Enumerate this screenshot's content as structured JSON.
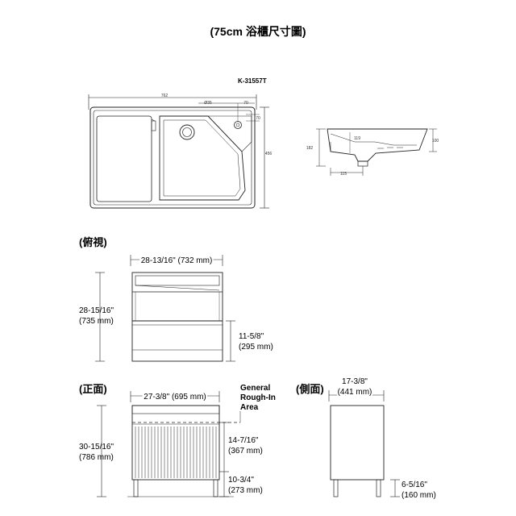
{
  "title": "(75cm 浴櫃尺寸圖)",
  "model": "K-31557T",
  "basin_top": {
    "width": "762",
    "faucet_hole": "Ø35",
    "offset_x": "70",
    "offset_y": "70",
    "depth": "456"
  },
  "basin_side": {
    "height": "182",
    "bowl_depth": "119",
    "rim": "100",
    "drain_offset": "115"
  },
  "views": {
    "top": "(俯視)",
    "front": "(正面)",
    "side": "(側面)"
  },
  "top_view": {
    "width_label": "28-13/16\" (732 mm)",
    "depth_line1": "28-15/16\"",
    "depth_line2": "(735 mm)",
    "drawer_line1": "11-5/8\"",
    "drawer_line2": "(295 mm)"
  },
  "front_view": {
    "width_label": "27-3/8\" (695 mm)",
    "rough_in_line1": "General",
    "rough_in_line2": "Rough-In",
    "rough_in_line3": "Area",
    "height_line1": "30-15/16\"",
    "height_line2": "(786 mm)",
    "rough_height_line1": "14-7/16\"",
    "rough_height_line2": "(367 mm)",
    "floor_gap_line1": "10-3/4\"",
    "floor_gap_line2": "(273 mm)"
  },
  "side_view": {
    "depth_line1": "17-3/8\"",
    "depth_line2": "(441 mm)",
    "leg_line1": "6-5/16\"",
    "leg_line2": "(160 mm)"
  }
}
